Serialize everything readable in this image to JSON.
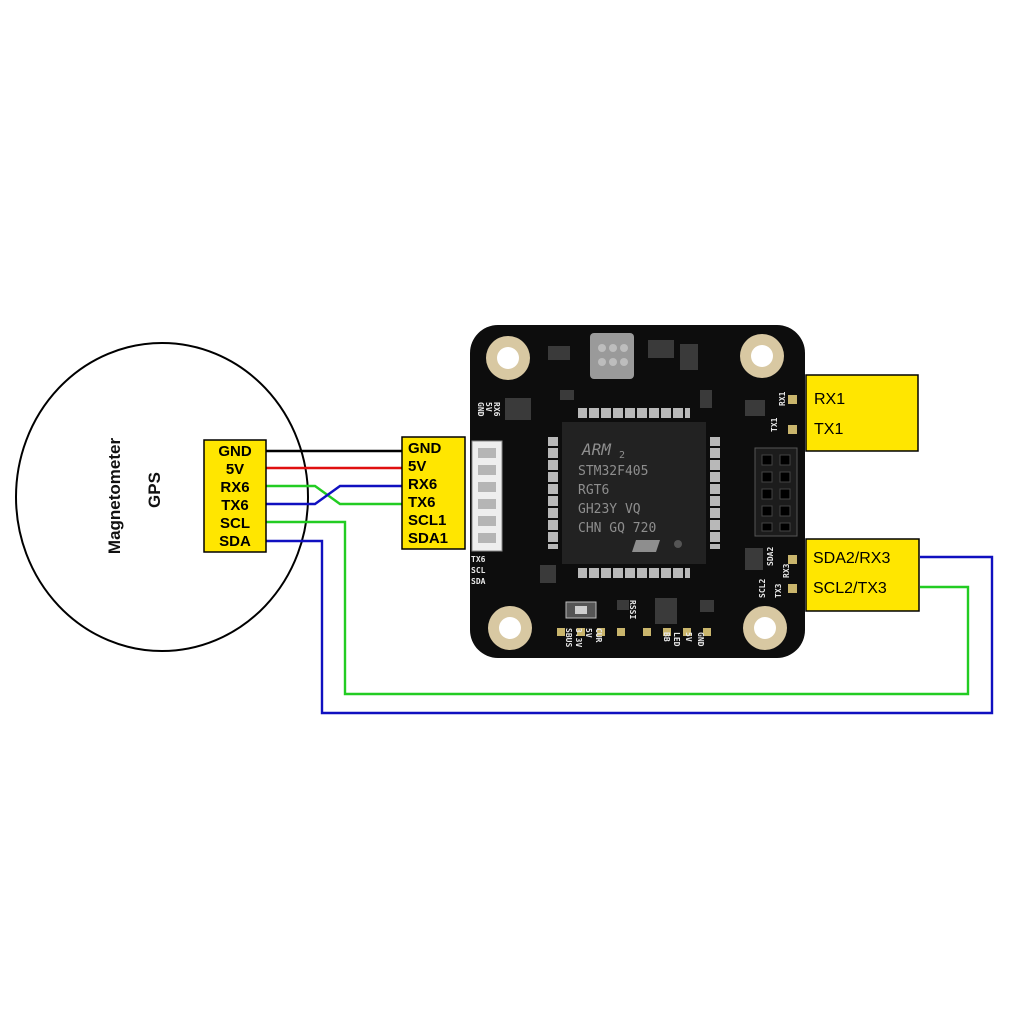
{
  "gps_module": {
    "title_line1": "Magnetometer",
    "title_line2": "GPS",
    "pins": [
      "GND",
      "5V",
      "RX6",
      "TX6",
      "SCL",
      "SDA"
    ]
  },
  "fc_connector": {
    "pins": [
      "GND",
      "5V",
      "RX6",
      "TX6",
      "SCL1",
      "SDA1"
    ]
  },
  "uart1_box": {
    "pins": [
      "RX1",
      "TX1"
    ]
  },
  "i2c2_box": {
    "pins": [
      "SDA2/RX3",
      "SCL2/TX3"
    ]
  },
  "chip_markings": {
    "logo": "ARM",
    "logo_suffix": "2",
    "lines": [
      "STM32F405",
      "RGT6",
      "GH23Y VQ",
      "CHN GQ 720"
    ]
  },
  "board_silkscreen": {
    "left_top": [
      "GND",
      "5V",
      "RX6"
    ],
    "left_bottom": [
      "TX6",
      "SCL",
      "SDA"
    ],
    "right_top": [
      "TX1",
      "RX1"
    ],
    "right_mid": [
      "SCL2",
      "SDA2",
      "TX3",
      "RX3"
    ],
    "bottom": [
      "SBUS",
      "3.3V",
      "5V",
      "CUR",
      "RSSI",
      "BB",
      "LED",
      "5V",
      "GND"
    ]
  },
  "colors": {
    "label_fill": "#ffe600",
    "wire_gnd": "#000000",
    "wire_5v": "#e01010",
    "wire_green": "#22cc22",
    "wire_blue": "#1010c0",
    "board": "#0d0d0d"
  }
}
